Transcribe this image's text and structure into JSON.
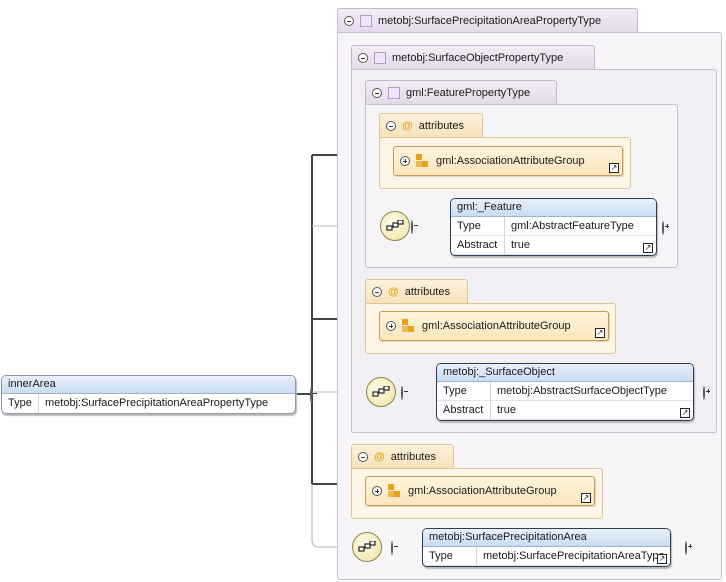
{
  "outer_type": {
    "name": "metobj:SurfacePrecipitationAreaPropertyType"
  },
  "object_type": {
    "name": "metobj:SurfaceObjectPropertyType"
  },
  "feature_type": {
    "name": "gml:FeaturePropertyType"
  },
  "attribute_groups": [
    {
      "tab_label": "attributes",
      "group": "gml:AssociationAttributeGroup"
    },
    {
      "tab_label": "attributes",
      "group": "gml:AssociationAttributeGroup"
    },
    {
      "tab_label": "attributes",
      "group": "gml:AssociationAttributeGroup"
    }
  ],
  "elements": {
    "feature": {
      "title": "gml:_Feature",
      "rows": [
        {
          "key": "Type",
          "value": "gml:AbstractFeatureType"
        },
        {
          "key": "Abstract",
          "value": "true"
        }
      ]
    },
    "surface_object": {
      "title": "metobj:_SurfaceObject",
      "rows": [
        {
          "key": "Type",
          "value": "metobj:AbstractSurfaceObjectType"
        },
        {
          "key": "Abstract",
          "value": "true"
        }
      ]
    },
    "precip_area": {
      "title": "metobj:SurfacePrecipitationArea",
      "rows": [
        {
          "key": "Type",
          "value": "metobj:SurfacePrecipitationAreaType"
        }
      ]
    },
    "inner_area": {
      "title": "innerArea",
      "rows": [
        {
          "key": "Type",
          "value": "metobj:SurfacePrecipitationAreaPropertyType"
        }
      ]
    }
  },
  "colors": {
    "type_tab": "#e4d9ea",
    "attribute_tab": "#f6e2bb",
    "element_header": "#c9dcf2",
    "connector": "#444444"
  },
  "icons": [
    "collapse-icon",
    "expand-icon",
    "complex-type-icon",
    "attribute-at-icon",
    "attribute-group-icon",
    "link-arrow-icon",
    "sequence-compositor-icon"
  ]
}
